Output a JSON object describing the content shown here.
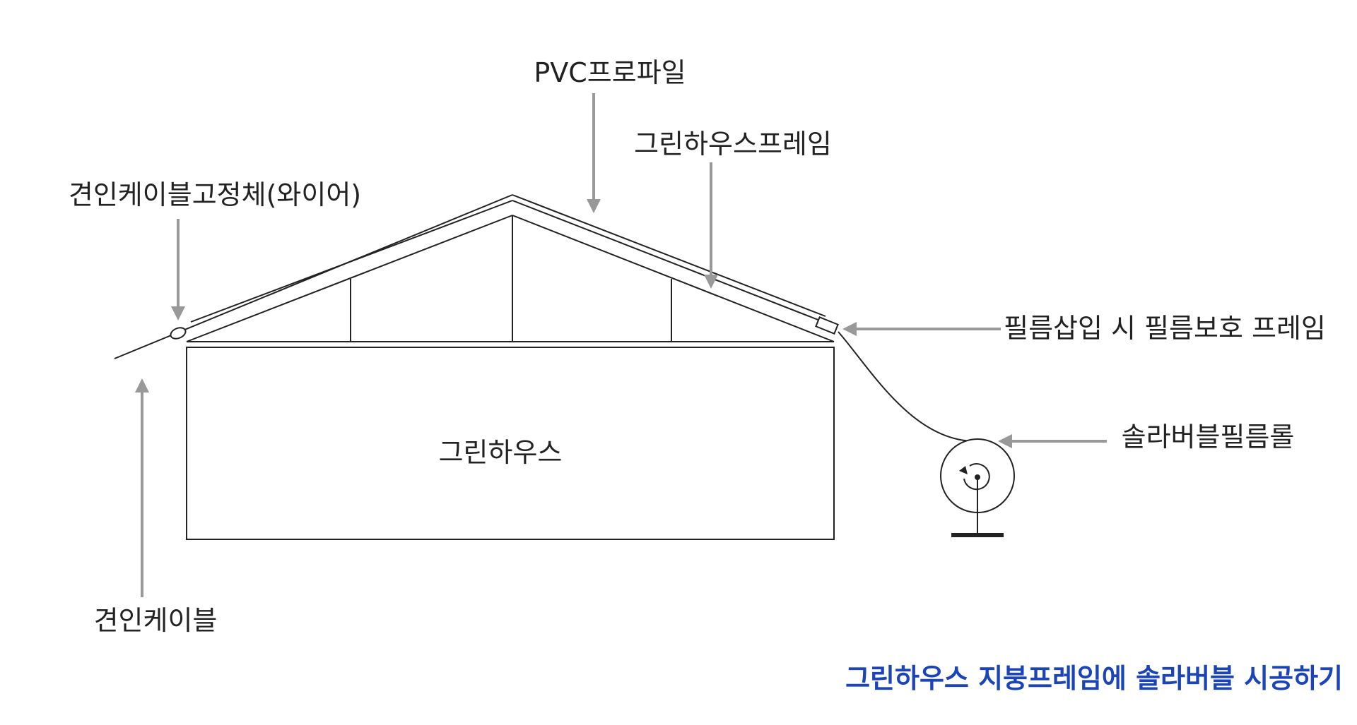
{
  "labels": {
    "pvc_profile": "PVC프로파일",
    "greenhouse_frame": "그린하우스프레임",
    "cable_fixture": "견인케이블고정체(와이어)",
    "film_protection_frame": "필름삽입 시 필름보호 프레임",
    "film_roll": "솔라버블필름롤",
    "greenhouse": "그린하우스",
    "tow_cable": "견인케이블"
  },
  "caption": "그린하우스 지붕프레임에 솔라버블 시공하기",
  "colors": {
    "line": "#222222",
    "arrow": "#999999",
    "caption": "#1a44b8"
  }
}
